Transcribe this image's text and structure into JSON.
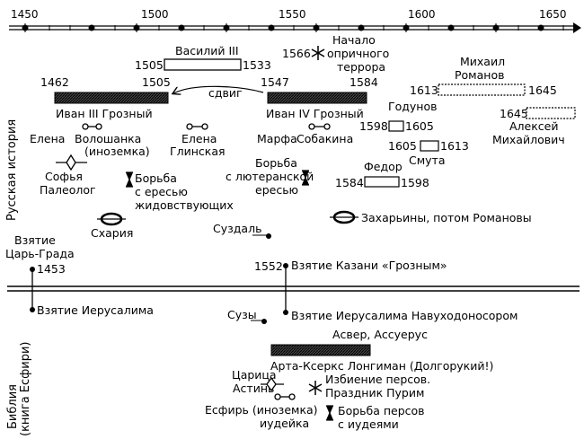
{
  "timeline": {
    "ticks": [
      "1450",
      "1500",
      "1550",
      "1600",
      "1650"
    ]
  },
  "sections": {
    "russian_history": "Русская история",
    "bible_line1": "Библия",
    "bible_line2": "(книга Есфири)"
  },
  "labels": {
    "vasily_name": "Василий III",
    "vasily_start": "1505",
    "vasily_end": "1533",
    "oprichnina_year": "1566",
    "oprichnina_1": "Начало",
    "oprichnina_2": "опричного",
    "oprichnina_3": "террора",
    "mikhail_1": "Михаил",
    "mikhail_2": "Романов",
    "mikhail_start": "1613",
    "mikhail_end": "1645",
    "ivan3_start": "1462",
    "ivan3_end": "1505",
    "shift": "сдвиг",
    "ivan4_start": "1547",
    "ivan4_end": "1584",
    "ivan3_name": "Иван III Грозный",
    "ivan4_name": "Иван IV Грозный",
    "godunov": "Годунов",
    "godunov_start": "1598",
    "godunov_end": "1605",
    "alexey_start": "1645",
    "alexey_1": "Алексей",
    "alexey_2": "Михайлович",
    "elena": "Елена",
    "voloshanka_1": "Волошанка",
    "voloshanka_2": "(иноземка)",
    "elena_gl_1": "Елена",
    "elena_gl_2": "Глинская",
    "marfa": "Марфа",
    "sobakina": "Собакина",
    "smuta_start": "1605",
    "smuta_end": "1613",
    "smuta": "Смута",
    "sofia_1": "Софья",
    "sofia_2": "Палеолог",
    "heresy1_1": "Борьба",
    "heresy1_2": "с ересью",
    "heresy1_3": "жидовствующих",
    "heresy2_1": "Борьба",
    "heresy2_2": "с лютеранской",
    "heresy2_3": "ересью",
    "fedor": "Федор",
    "fedor_start": "1584",
    "fedor_end": "1598",
    "skhariya": "Схария",
    "suzdal": "Суздаль",
    "zakharyiny": "Захарьины, потом Романовы",
    "tsargrad_1": "Взятие",
    "tsargrad_2": "Царь-Града",
    "year_1453": "1453",
    "year_1552": "1552",
    "kazan": "Взятие Казани «Грозным»",
    "jerusalem": "Взятие Иерусалима",
    "suzy": "Сузы",
    "jerusalem_neb": "Взятие Иерусалима Навуходоносором",
    "asver": "Асвер, Ассуерус",
    "artaxerxes": "Арта-Ксеркс Лонгиман (Долгорукий!)",
    "vashti_1": "Царица",
    "vashti_2": "Астинь",
    "massacre_1": "Избиение персов.",
    "massacre_2": "Праздник Пурим",
    "esther_1": "Есфирь (иноземка)",
    "esther_2": "иудейка",
    "struggle_1": "Борьба персов",
    "struggle_2": "с иудеями"
  }
}
